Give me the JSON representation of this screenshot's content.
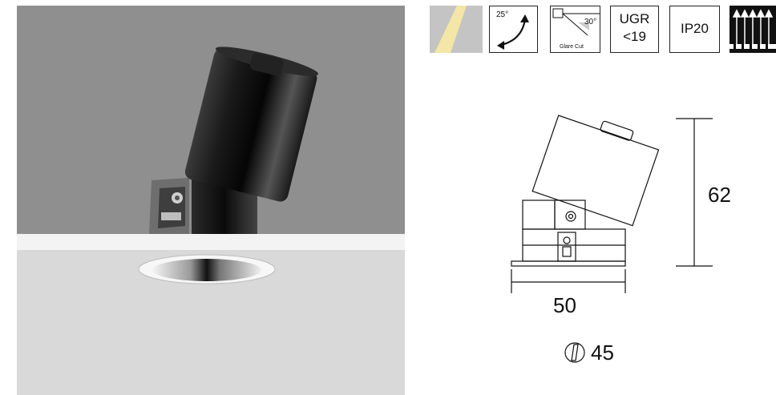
{
  "icons": {
    "tilt_angle": "25°",
    "glare_angle": "30°",
    "glare_label": "Glare Cut",
    "ugr_line1": "UGR",
    "ugr_line2": "<19",
    "ip_rating": "IP20"
  },
  "dimensions": {
    "height": "62",
    "width": "50",
    "cutout": "45"
  }
}
